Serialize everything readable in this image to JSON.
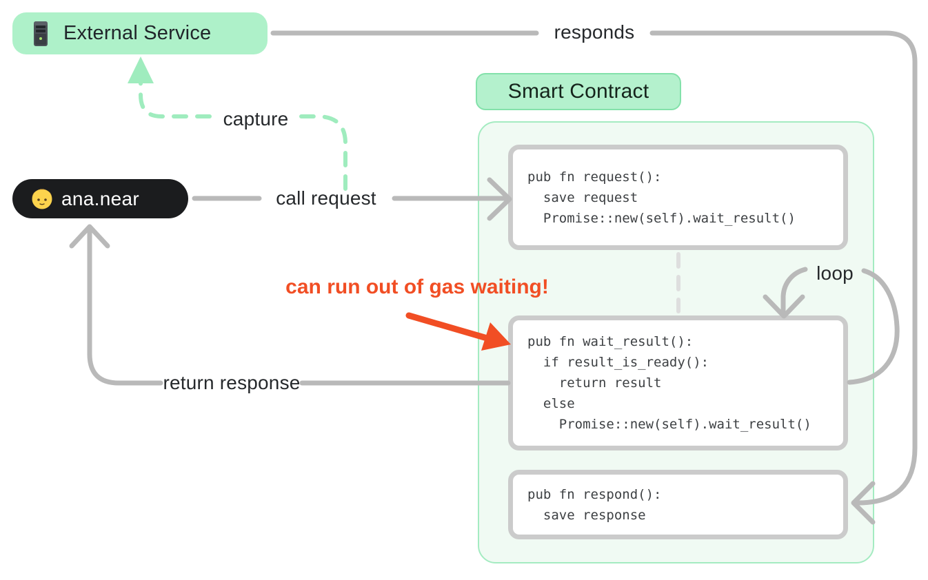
{
  "diagram": {
    "external_service": {
      "label": "External Service",
      "icon": "server-icon"
    },
    "user": {
      "label": "ana.near",
      "icon": "person-icon"
    },
    "smart_contract": {
      "title": "Smart Contract"
    },
    "functions": [
      {
        "name": "request",
        "code": "pub fn request():\n  save request\n  Promise::new(self).wait_result()"
      },
      {
        "name": "wait_result",
        "code": "pub fn wait_result():\n  if result_is_ready():\n    return result\n  else\n    Promise::new(self).wait_result()"
      },
      {
        "name": "respond",
        "code": "pub fn respond():\n  save response"
      }
    ],
    "labels": {
      "responds": "responds",
      "capture": "capture",
      "call_request": "call request",
      "return_response": "return response",
      "loop": "loop",
      "warning": "can run out of gas waiting!"
    },
    "colors": {
      "node_green": "#aef1c9",
      "container_fill": "#f0faf3",
      "container_border": "#a4ebc1",
      "edge_gray": "#b9b9b9",
      "dashed_gray": "#dedede",
      "capture_green": "#9fecbe",
      "warning_red": "#f14e24",
      "user_pill_black": "#1b1c1e",
      "code_box_border": "#cbcbcb"
    }
  }
}
